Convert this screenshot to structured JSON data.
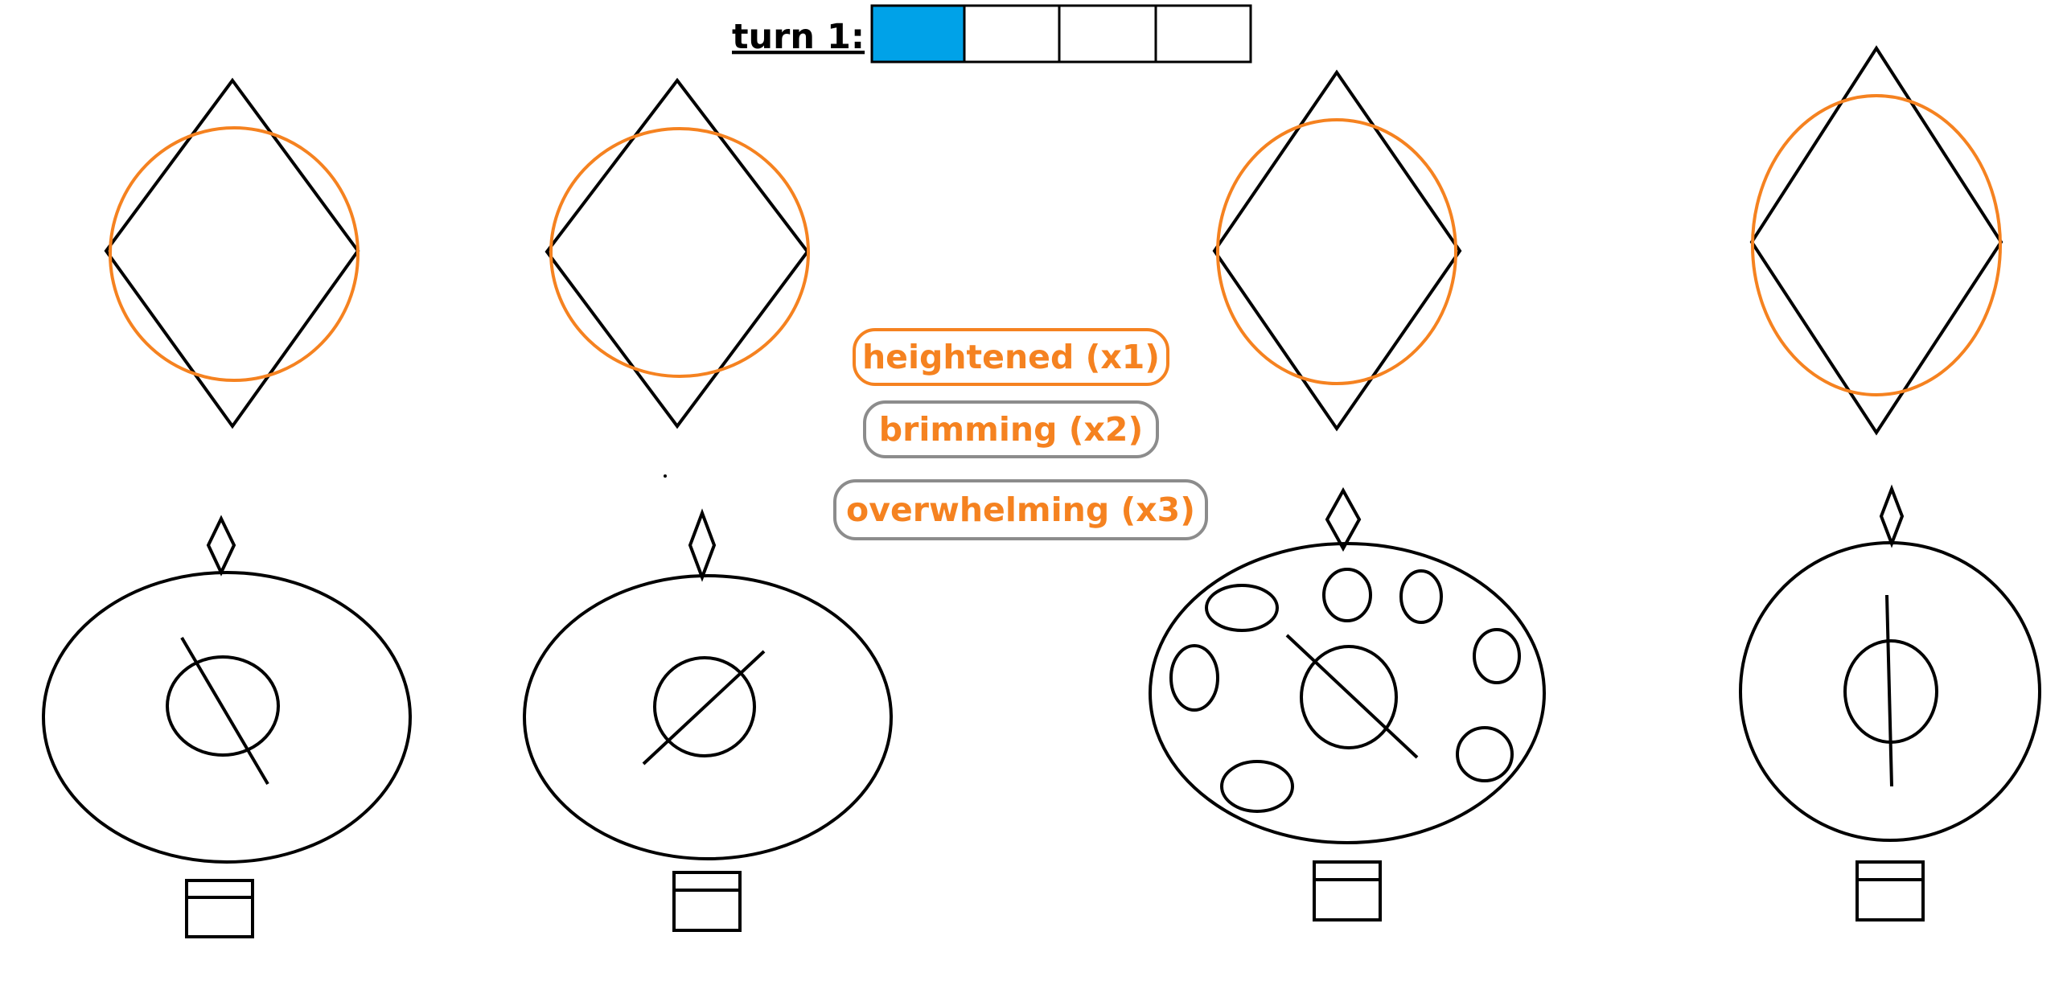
{
  "turn": {
    "label": "turn 1:",
    "segments": [
      {
        "filled": true
      },
      {
        "filled": false
      },
      {
        "filled": false
      },
      {
        "filled": false
      }
    ],
    "fill_color": "#00a2e8"
  },
  "intensity_options": [
    {
      "label": "heightened (x1)",
      "border": "#f58220",
      "selected": true
    },
    {
      "label": "brimming (x2)",
      "border": "#8c8c8c",
      "selected": false
    },
    {
      "label": "overwhelming (x3)",
      "border": "#8c8c8c",
      "selected": false
    }
  ],
  "colors": {
    "stroke": "#000000",
    "accent": "#f58220",
    "background": "#ffffff"
  },
  "icons": {
    "card": "diamond-card-icon",
    "token": "lantern-token-icon",
    "socket": "socket-icon",
    "tag": "diamond-tag-icon",
    "spot": "spot-icon"
  }
}
